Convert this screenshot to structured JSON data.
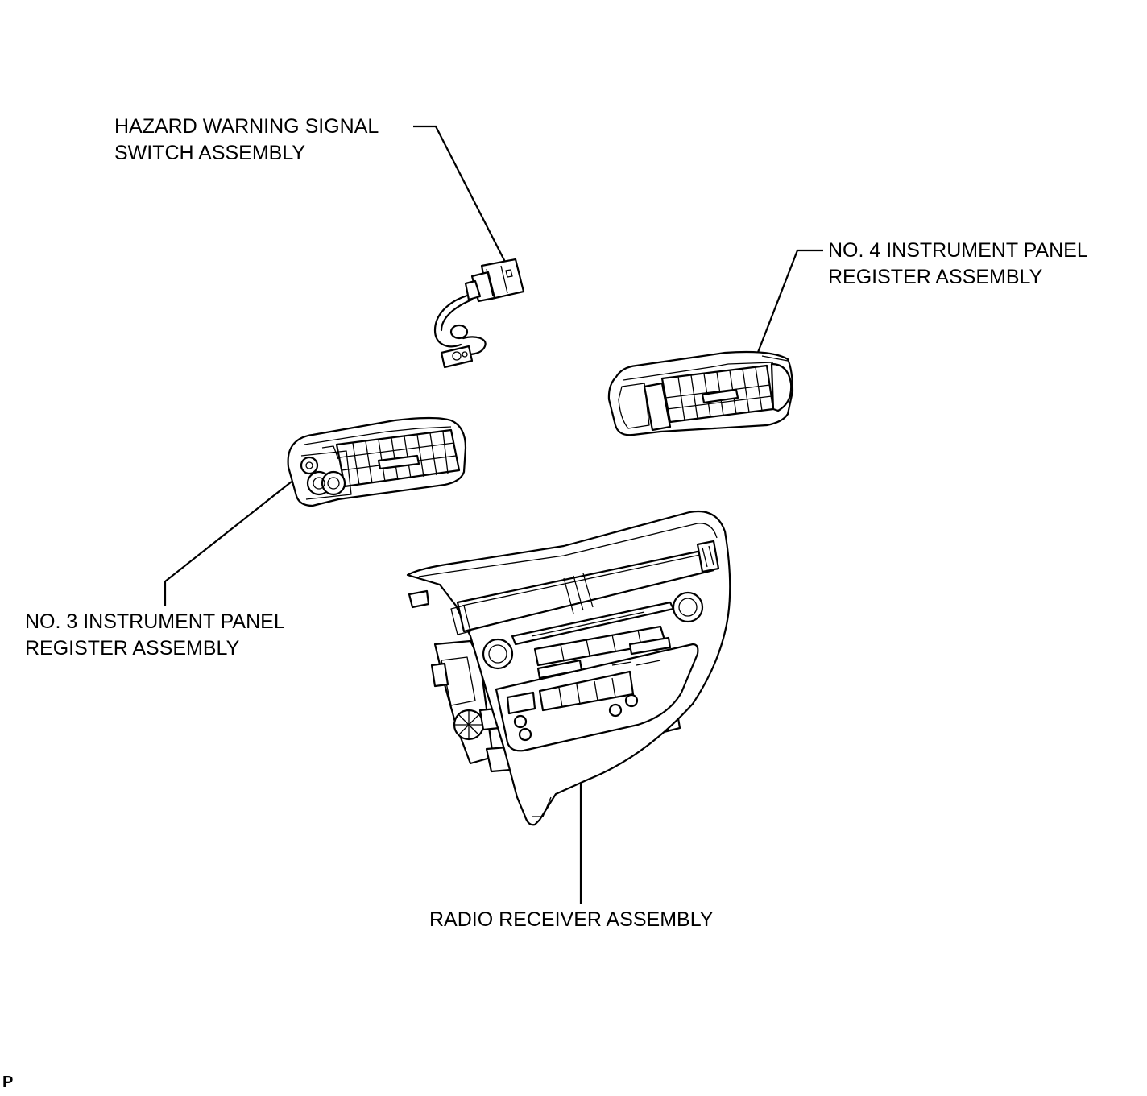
{
  "figure": {
    "code": "P"
  },
  "callouts": {
    "hazard": {
      "line1": "HAZARD WARNING SIGNAL",
      "line2": "SWITCH ASSEMBLY"
    },
    "no4": {
      "line1": "NO. 4 INSTRUMENT PANEL",
      "line2": "REGISTER ASSEMBLY"
    },
    "no3": {
      "line1": "NO. 3 INSTRUMENT PANEL",
      "line2": "REGISTER ASSEMBLY"
    },
    "radio": {
      "line1": "RADIO RECEIVER ASSEMBLY"
    }
  },
  "colors": {
    "ink": "#000000",
    "paper": "#ffffff"
  }
}
